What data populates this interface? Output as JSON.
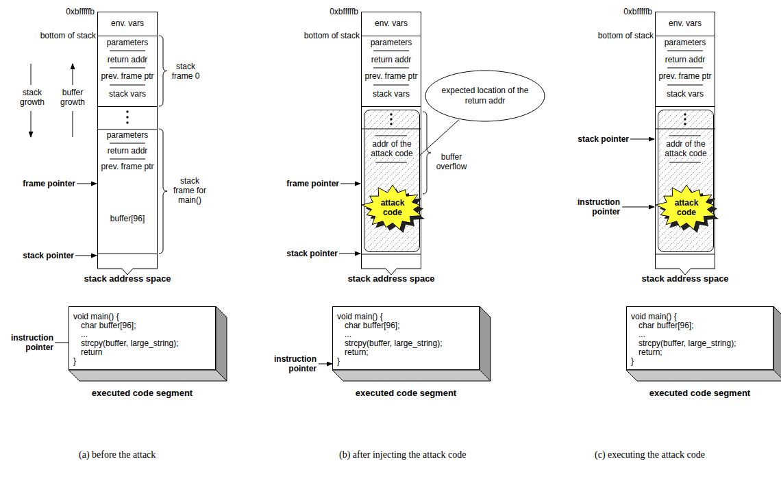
{
  "diagram": {
    "nodes": [
      {
        "text": [
          "stack address space"
        ]
      },
      {
        "text": [
          "env. vars"
        ],
        "in": 0
      },
      {
        "text": [
          "parameters",
          "return addr",
          "prev. frame ptr",
          "stack vars"
        ],
        "in": 0
      },
      {
        "text": [
          "parameters",
          "return addr",
          "prev. frame ptr",
          "buffer[96]"
        ],
        "in": 0
      },
      {
        "text": [
          "void main() {",
          "char buffer[96];",
          "...",
          "strcpy(buffer, large_string);",
          "return",
          "}",
          "executed code segment"
        ]
      },
      {
        "text": [
          "stack address space"
        ]
      },
      {
        "text": [
          "env. vars"
        ],
        "in": 5
      },
      {
        "text": [
          "parameters",
          "return addr",
          "prev. frame ptr",
          "stack vars"
        ],
        "in": 5
      },
      {
        "text": [
          "addr of the attack code"
        ],
        "in": 5
      },
      {
        "text": [
          "attack code"
        ],
        "in": 8
      },
      {
        "text": [
          "expected location of the return addr"
        ]
      },
      {
        "text": [
          "void main() {",
          "char buffer[96];",
          "...",
          "strcpy(buffer, large_string);",
          "return;",
          "}",
          "executed code segment"
        ]
      },
      {
        "text": [
          "stack address space"
        ]
      },
      {
        "text": [
          "env. vars"
        ],
        "in": 12
      },
      {
        "text": [
          "parameters",
          "return addr",
          "prev. frame ptr",
          "stack vars"
        ],
        "in": 12
      },
      {
        "text": [
          "addr of the attack code"
        ],
        "in": 12
      },
      {
        "text": [
          "attack code"
        ],
        "in": 15
      },
      {
        "text": [
          "void main() {",
          "char buffer[96];",
          "...",
          "strcpy(buffer, large_string);",
          "return;",
          "}",
          "executed code segment"
        ]
      }
    ],
    "edges": [
      {
        "from": 10,
        "to": 8,
        "arrow": "none"
      }
    ],
    "labels": [
      "0xbfffffb",
      "bottom of stack",
      "stack growth",
      "buffer growth",
      "stack frame 0",
      "stack frame for main()",
      "frame pointer",
      "stack pointer",
      "instruction pointer",
      "(a) before the attack",
      "0xbfffffb",
      "bottom of stack",
      "buffer overflow",
      "frame pointer",
      "stack pointer",
      "instruction pointer",
      "(b) after injecting the attack code",
      "0xbfffffb",
      "bottom of stack",
      "stack pointer",
      "instruction pointer",
      "(c) executing the attack code"
    ]
  }
}
